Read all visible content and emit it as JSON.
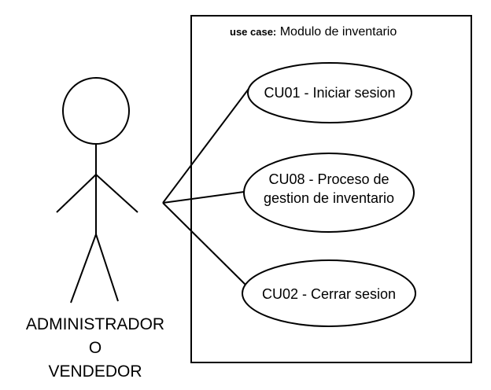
{
  "system": {
    "keyword": "use case:",
    "name": "Modulo de inventario"
  },
  "actor": {
    "lines": [
      "ADMINISTRADOR",
      "O",
      "VENDEDOR"
    ]
  },
  "use_cases": [
    {
      "text_lines": [
        "CU01 - Iniciar sesion"
      ]
    },
    {
      "text_lines": [
        "CU08 - Proceso de",
        "gestion de inventario"
      ]
    },
    {
      "text_lines": [
        "CU02 - Cerrar sesion"
      ]
    }
  ]
}
